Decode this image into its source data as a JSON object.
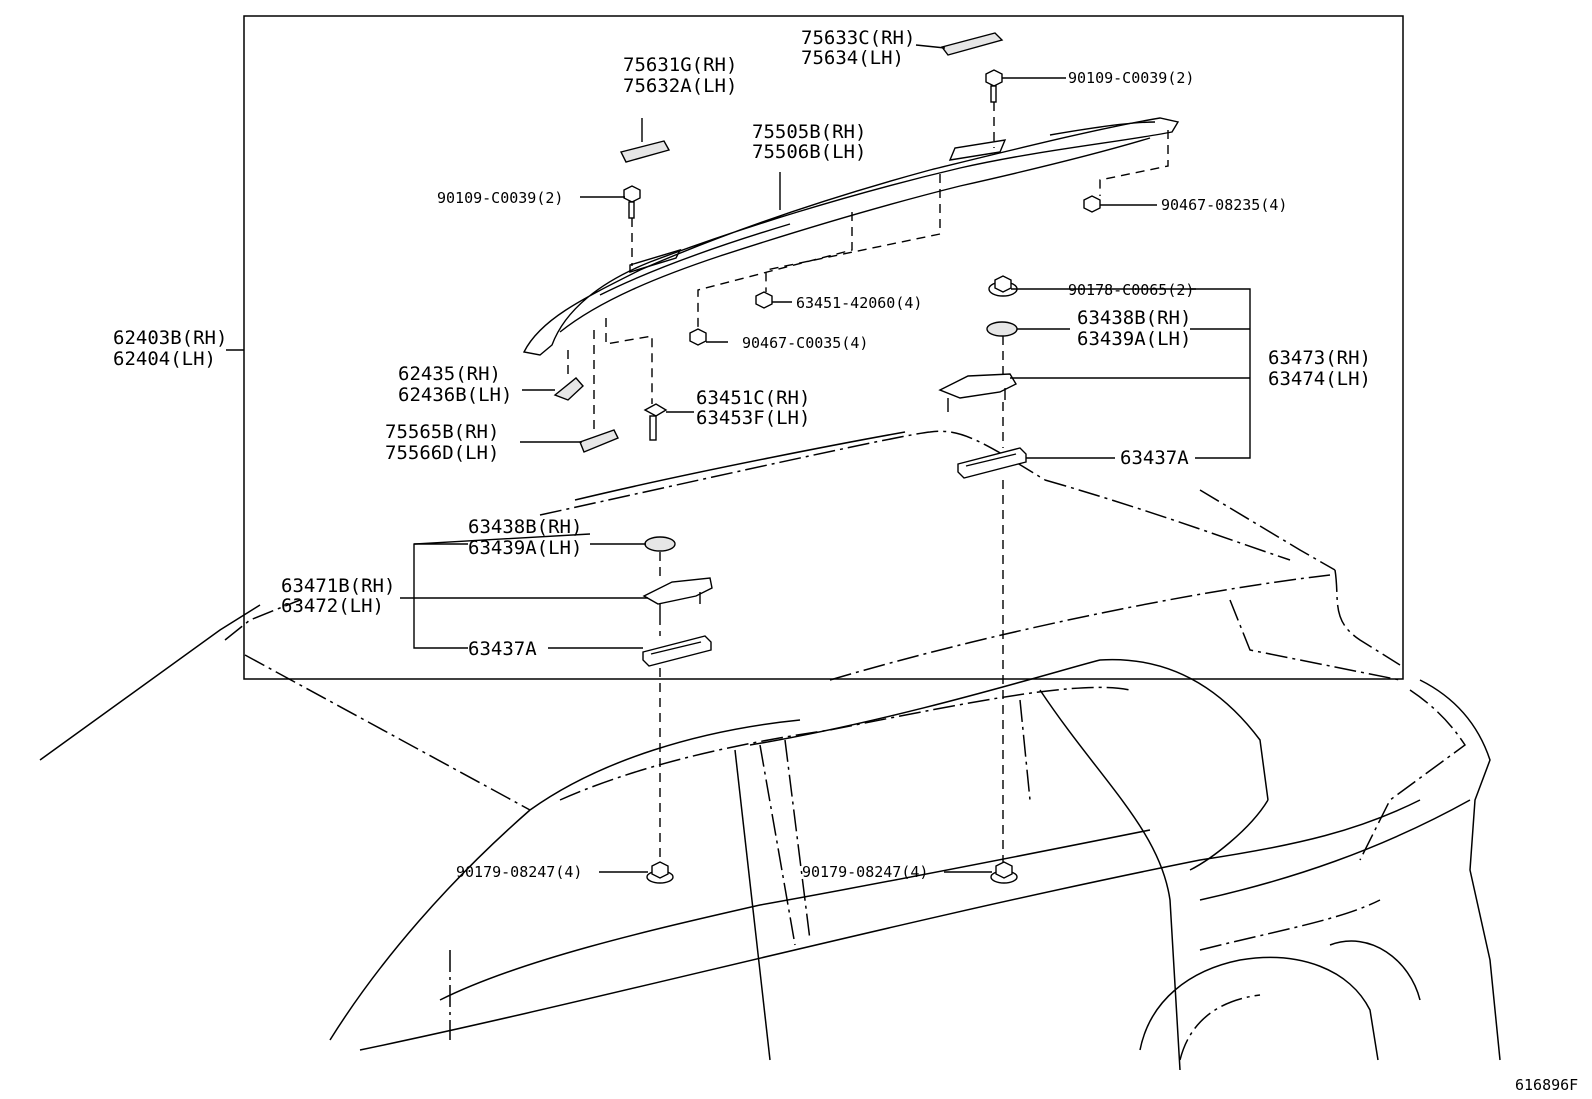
{
  "labels": {
    "p75633": [
      "75633C(RH)",
      "75634(LH)"
    ],
    "p90109_top": "90109-C0039(2)",
    "p75631": [
      "75631G(RH)",
      "75632A(LH)"
    ],
    "p75505": [
      "75505B(RH)",
      "75506B(LH)"
    ],
    "p90109_left": "90109-C0039(2)",
    "p90467_0823": "90467-08235(4)",
    "p90178": "90178-C0065(2)",
    "p63451_4": "63451-42060(4)",
    "p90467_c003": "90467-C0035(4)",
    "p63438_right": [
      "63438B(RH)",
      "63439A(LH)"
    ],
    "p63473": [
      "63473(RH)",
      "63474(LH)"
    ],
    "p62403": [
      "62403B(RH)",
      "62404(LH)"
    ],
    "p62435": [
      "62435(RH)",
      "62436B(LH)"
    ],
    "p63451c": [
      "63451C(RH)",
      "63453F(LH)"
    ],
    "p75565": [
      "75565B(RH)",
      "75566D(LH)"
    ],
    "p63437_right": "63437A",
    "p63438_left": [
      "63438B(RH)",
      "63439A(LH)"
    ],
    "p63471": [
      "63471B(RH)",
      "63472(LH)"
    ],
    "p63437_left": "63437A",
    "p90179_left": "90179-08247(4)",
    "p90179_right": "90179-08247(4)"
  },
  "figure_id": "616896F"
}
